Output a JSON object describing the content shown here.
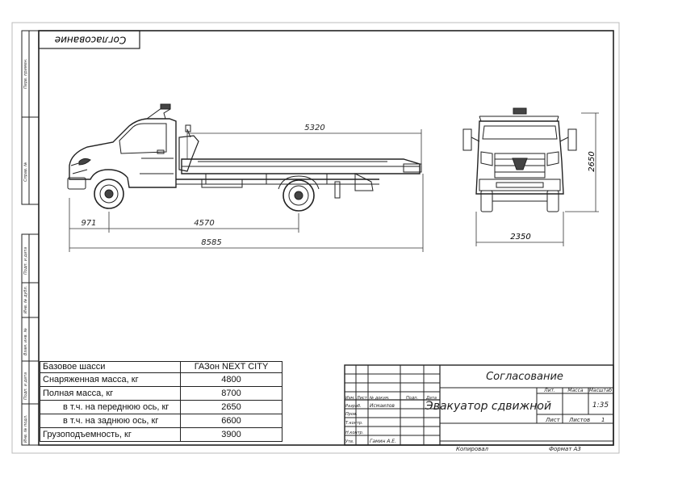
{
  "stamp_top": "Согласование",
  "dimensions": {
    "platform_length": "5320",
    "front_overhang": "971",
    "wheelbase": "4570",
    "overall_length": "8585",
    "track_width": "2350",
    "overall_height": "2650"
  },
  "side_margin_labels": [
    "Перв. примен.",
    "Справ. №",
    "Подп. и дата",
    "Инв. № дубл.",
    "Взам. инв. №",
    "Подп. и дата",
    "Инв. № подл."
  ],
  "spec_table": {
    "header": {
      "label": "Базовое шасси",
      "value": "ГАЗон NEXT CITY"
    },
    "rows": [
      {
        "label": "Снаряженная масса, кг",
        "value": "4800"
      },
      {
        "label": "Полная масса, кг",
        "value": "8700"
      },
      {
        "label": "в т.ч. на переднюю ось, кг",
        "value": "2650"
      },
      {
        "label": "в т.ч. на заднюю ось, кг",
        "value": "6600"
      },
      {
        "label": "Грузоподъемность, кг",
        "value": "3900"
      }
    ]
  },
  "title_block": {
    "doc_code": "Согласование",
    "title": "Эвакуатор сдвижной",
    "col_lit": "Лит.",
    "col_mass": "Масса",
    "col_scale": "Масштаб",
    "scale_value": "1:35",
    "sheet_label": "Лист",
    "sheets_label": "Листов",
    "sheets_value": "1",
    "rows_left": [
      "Изм.",
      "Лист",
      "№ докум.",
      "Подп.",
      "Дата"
    ],
    "row_labels": [
      "Разраб.",
      "Пров.",
      "Т.контр.",
      "Н.контр.",
      "Утв."
    ],
    "developer": "Исмаилов",
    "approver": "Гамин А.Е.",
    "copied": "Копировал",
    "format": "Формат  А3"
  }
}
